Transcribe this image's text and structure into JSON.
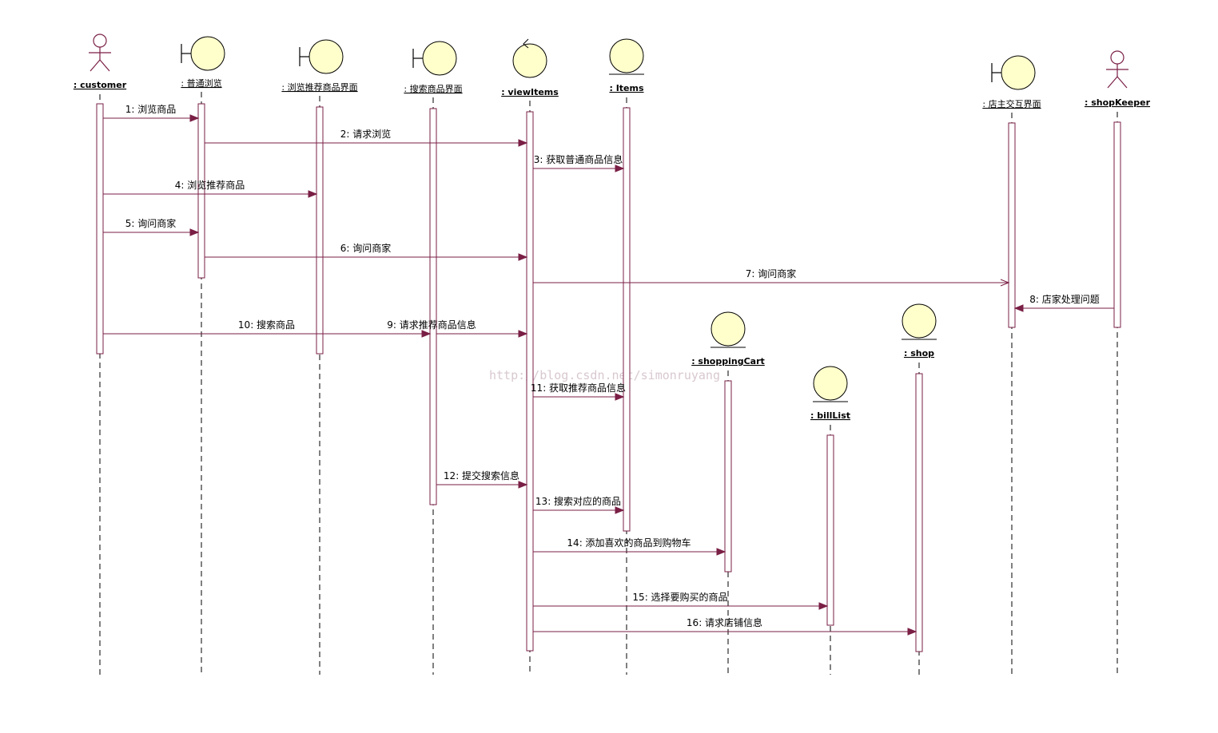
{
  "colors": {
    "line": "#7a1f45",
    "lifeline": "#000000",
    "icon_fill": "#ffffcc",
    "activation_fill": "#ffffff",
    "watermark": "#d8c8d0"
  },
  "watermark": "http://blog.csdn.net/simonruyang",
  "objects": [
    {
      "id": "customer",
      "name": ": customer",
      "icon": "actor-icon"
    },
    {
      "id": "putong",
      "name": ": 普通浏览",
      "icon": "boundary-icon"
    },
    {
      "id": "liulan",
      "name": ": 浏览推荐商品界面",
      "icon": "boundary-icon"
    },
    {
      "id": "sousuo",
      "name": ": 搜索商品界面",
      "icon": "boundary-icon"
    },
    {
      "id": "viewitems",
      "name": ": viewItems",
      "icon": "control-icon"
    },
    {
      "id": "items",
      "name": ": Items",
      "icon": "entity-icon"
    },
    {
      "id": "dianzhu",
      "name": ": 店主交互界面",
      "icon": "boundary-icon"
    },
    {
      "id": "shopkeeper",
      "name": ": shopKeeper",
      "icon": "actor-icon"
    },
    {
      "id": "shoppingcart",
      "name": ": shoppingCart",
      "icon": "entity-icon"
    },
    {
      "id": "billlist",
      "name": ": billList",
      "icon": "entity-icon"
    },
    {
      "id": "shop",
      "name": ": shop",
      "icon": "entity-icon"
    }
  ],
  "messages": [
    {
      "label": "1: 浏览商品",
      "from": "customer",
      "to": "putong"
    },
    {
      "label": "2: 请求浏览",
      "from": "putong",
      "to": "viewitems"
    },
    {
      "label": "3: 获取普通商品信息",
      "from": "viewitems",
      "to": "items"
    },
    {
      "label": "4: 浏览推荐商品",
      "from": "customer",
      "to": "liulan"
    },
    {
      "label": "5: 询问商家",
      "from": "customer",
      "to": "putong"
    },
    {
      "label": "6: 询问商家",
      "from": "putong",
      "to": "viewitems"
    },
    {
      "label": "7: 询问商家",
      "from": "viewitems",
      "to": "dianzhu"
    },
    {
      "label": "8: 店家处理问题",
      "from": "shopkeeper",
      "to": "dianzhu"
    },
    {
      "label": "9: 请求推荐商品信息",
      "from": "sousuo",
      "to": "viewitems"
    },
    {
      "label": "10: 搜索商品",
      "from": "customer",
      "to": "sousuo"
    },
    {
      "label": "11: 获取推荐商品信息",
      "from": "viewitems",
      "to": "items"
    },
    {
      "label": "12: 提交搜索信息",
      "from": "sousuo",
      "to": "viewitems"
    },
    {
      "label": "13: 搜索对应的商品",
      "from": "viewitems",
      "to": "items"
    },
    {
      "label": "14: 添加喜欢的商品到购物车",
      "from": "viewitems",
      "to": "shoppingcart"
    },
    {
      "label": "15: 选择要购买的商品",
      "from": "viewitems",
      "to": "billlist"
    },
    {
      "label": "16: 请求店铺信息",
      "from": "viewitems",
      "to": "shop"
    }
  ]
}
